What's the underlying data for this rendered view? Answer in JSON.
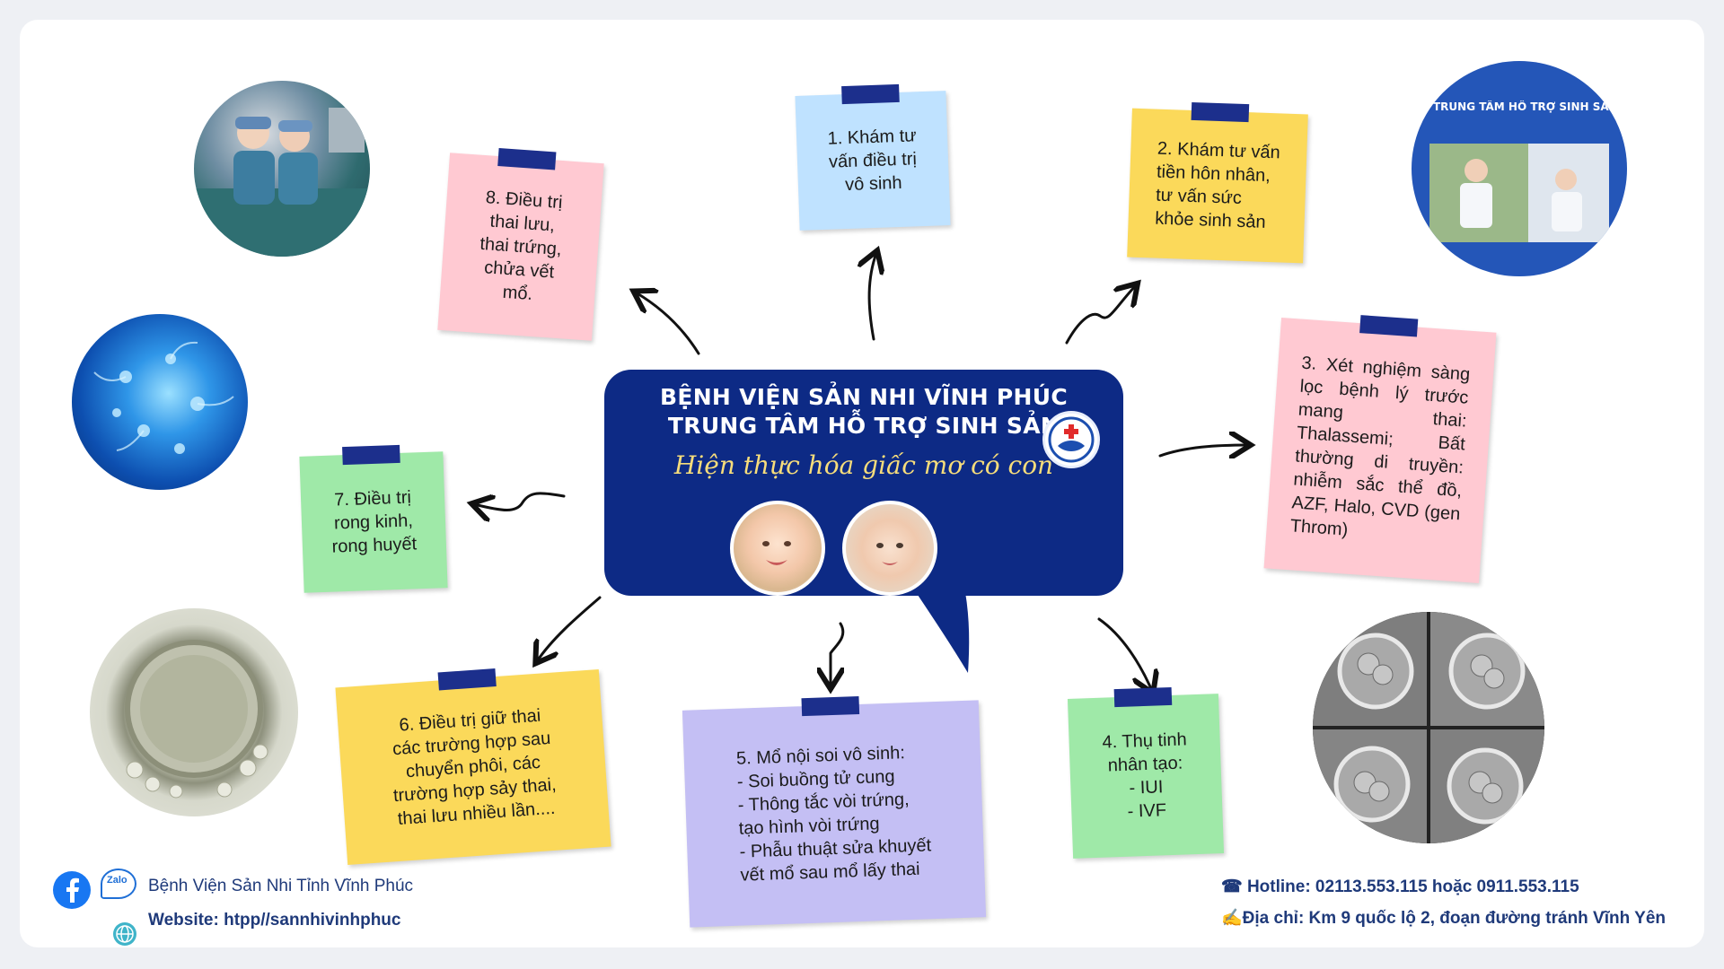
{
  "hub": {
    "title_line1": "BỆNH VIỆN SẢN NHI VĨNH PHÚC",
    "title_line2": "TRUNG TÂM HỖ TRỢ SINH SẢN",
    "slogan": "Hiện thực hóa giấc mơ có con"
  },
  "notes": {
    "n1": "1. Khám tư\nvấn điều trị\nvô sinh",
    "n2": "2. Khám tư vấn\ntiền hôn nhân,\ntư vấn sức\nkhỏe sinh sản",
    "n3": "3. Xét nghiệm sàng lọc bệnh lý trước mang thai: Thalassemi; Bất thường di truyền: nhiễm sắc thể đồ, AZF, Halo, CVD (gen Throm)",
    "n4": "4. Thụ tinh\nnhân tạo:\n- IUI\n- IVF",
    "n5": "5. Mổ nội soi vô sinh:\n- Soi buồng tử cung\n- Thông tắc vòi trứng,\ntạo hình vòi trứng\n- Phẫu thuật sửa khuyết\nvết mổ sau mổ lấy thai",
    "n6": "6. Điều trị giữ thai\ncác trường hợp sau\nchuyển phôi, các\ntrường hợp sảy thai,\nthai lưu nhiều lần....",
    "n7": "7. Điều trị\nrong kinh,\nrong huyết",
    "n8": "8. Điều trị\nthai lưu,\nthai trứng,\nchửa vết\nmổ."
  },
  "photo_texts": {
    "center_banner": "TRUNG TÂM HỖ TRỢ SINH SẢN"
  },
  "footer": {
    "zalo_label": "Zalo",
    "facebook_name": "Bệnh Viện Sản Nhi Tỉnh Vĩnh Phúc",
    "website": "Website: htpp//sannhivinhphuc",
    "hotline": "☎ Hotline: 02113.553.115 hoặc 0911.553.115",
    "address": "✍Địa chỉ: Km 9 quốc lộ 2, đoạn đường tránh Vĩnh Yên"
  },
  "colors": {
    "hub_bg": "#0d2a85",
    "tape": "#1c2f8c",
    "note_blue": "#bfe2ff",
    "note_yellow": "#fbd95a",
    "note_pink": "#ffc9d2",
    "note_green": "#9fe9a8",
    "note_lavender": "#c4bff4",
    "slogan": "#f7dd7b",
    "footer_text": "#1f3a7a"
  },
  "icons": [
    "facebook-icon",
    "zalo-icon",
    "globe-icon",
    "phone-icon",
    "pen-icon",
    "hospital-logo-icon"
  ]
}
